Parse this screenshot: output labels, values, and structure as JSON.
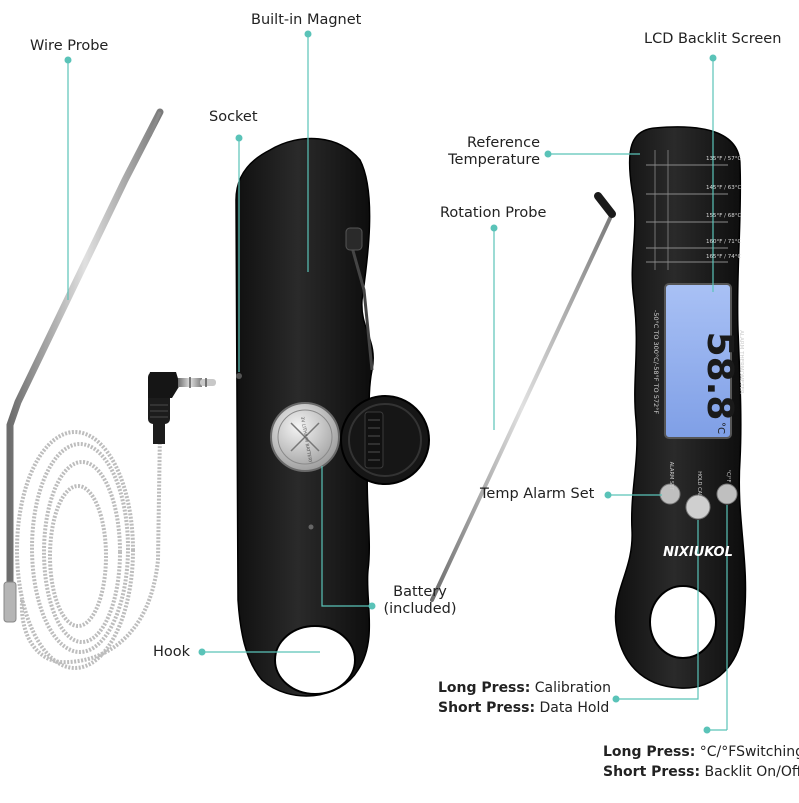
{
  "labels": {
    "wire_probe": "Wire Probe",
    "built_in_magnet": "Built-in Magnet",
    "socket": "Socket",
    "battery_line1": "Battery",
    "battery_line2": "(included)",
    "hook": "Hook",
    "lcd_backlit_screen": "LCD Backlit Screen",
    "reference_line1": "Reference",
    "reference_line2": "Temperature",
    "rotation_probe": "Rotation Probe",
    "temp_alarm_set": "Temp Alarm Set"
  },
  "notes": {
    "hold_button": {
      "long_key": "Long Press:",
      "long_val": " Calibration",
      "short_key": "Short Press:",
      "short_val": " Data Hold"
    },
    "unit_button": {
      "long_key": "Long Press:",
      "long_val": " °C/°FSwitching",
      "short_key": "Short Press:",
      "short_val": " Backlit On/Off"
    }
  },
  "device": {
    "brand": "NIXIUKOL",
    "lcd_reading": "58.8",
    "lcd_unit": "°C",
    "range_text": "-50°C TO 300°C/-58°F TO 572°F",
    "model_text": "ALARM THERMOMETER",
    "button_labels": [
      "ALARM SET",
      "HOLD CAL",
      "°C/°F"
    ],
    "reference_temps": [
      "135°F / 57°C",
      "145°F / 63°C",
      "155°F / 68°C",
      "160°F / 71°C",
      "165°F / 74°C"
    ],
    "battery_marking": "3V LITHIUM BATTERY"
  },
  "colors": {
    "accent_teal": "#5ac3b8",
    "body_black": "#1a1a1a",
    "lcd_blue": "#8fb0ee",
    "steel": "#a9a9a9"
  }
}
